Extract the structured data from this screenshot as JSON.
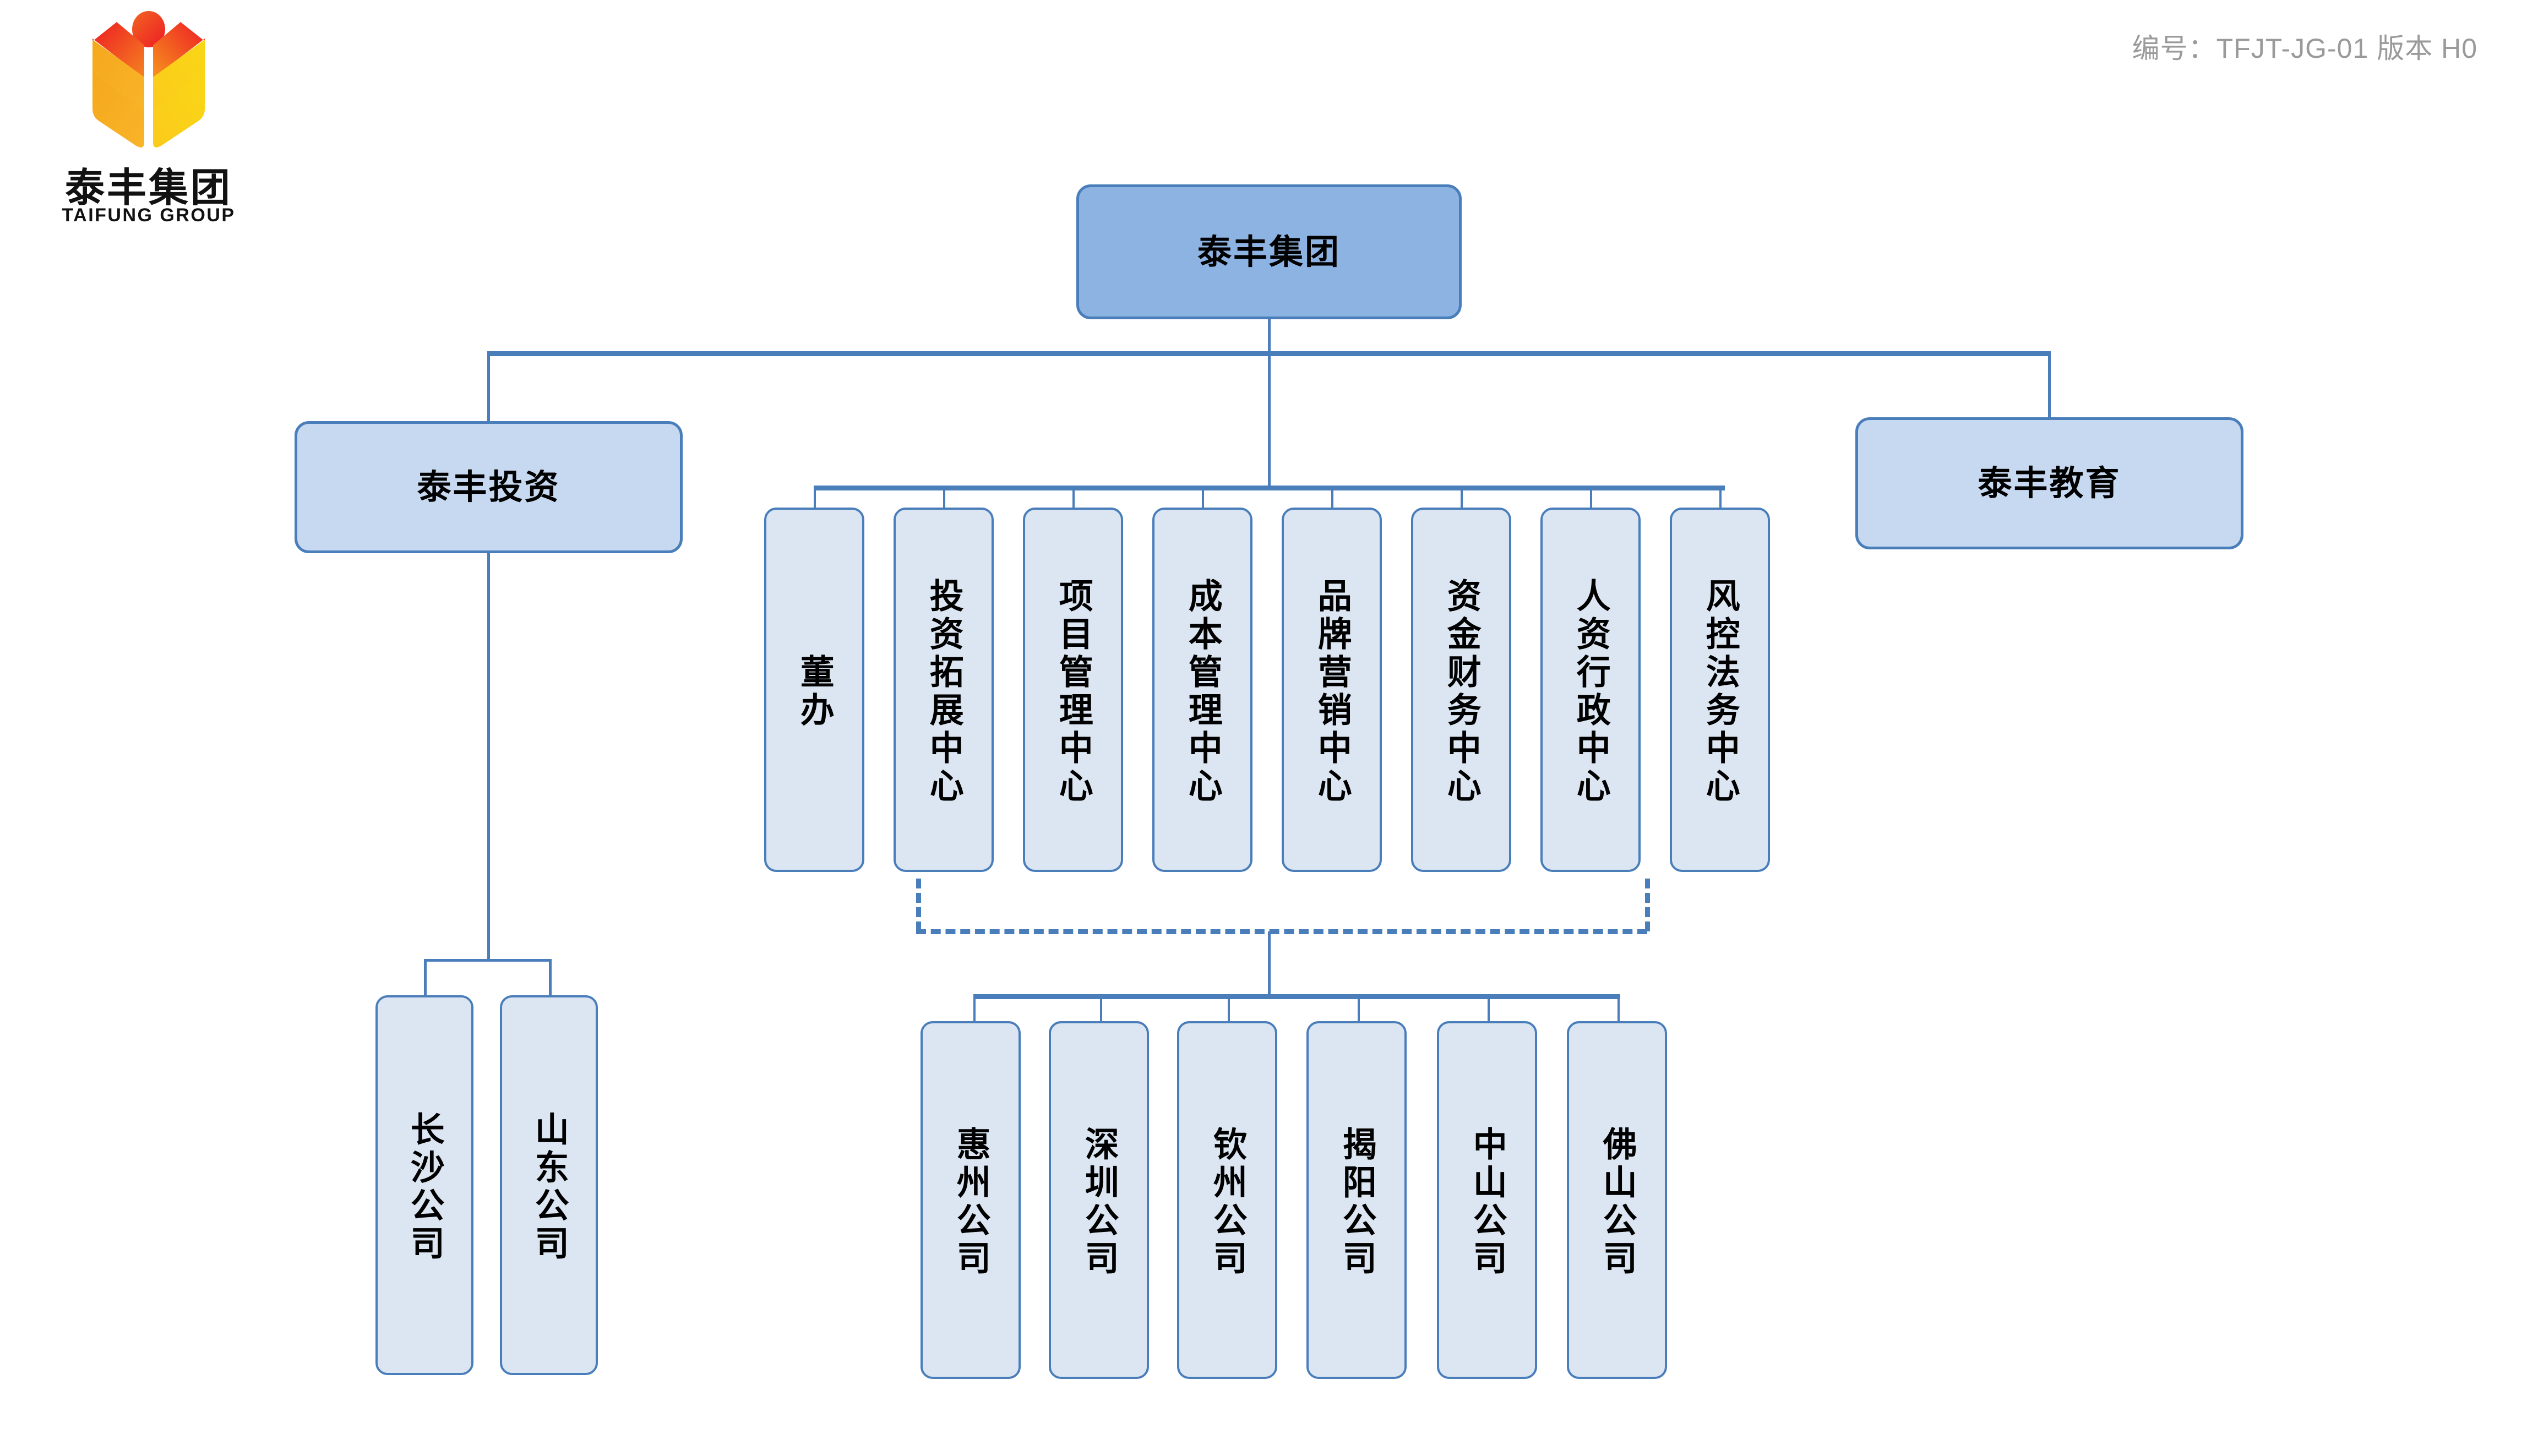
{
  "header": {
    "doc_code": "编号：TFJT-JG-01  版本 H0"
  },
  "logo": {
    "name_cn": "泰丰集团",
    "name_en": "TAIFUNG GROUP",
    "colors": {
      "sun": "#F04E23",
      "grain_left": "#F0A01E",
      "grain_right": "#F7D117"
    }
  },
  "chart_style": {
    "root_fill": "#8DB3E2",
    "division_fill": "#C6D9F0",
    "department_fill": "#DCE6F2",
    "border": "#4A7EBB",
    "text": "#000000",
    "doc_code_color": "#9A9A9A"
  },
  "org": {
    "root": {
      "label": "泰丰集团"
    },
    "divisions": {
      "left": {
        "label": "泰丰投资"
      },
      "right": {
        "label": "泰丰教育"
      }
    },
    "departments": [
      {
        "label": "董办"
      },
      {
        "label": "投资拓展中心"
      },
      {
        "label": "项目管理中心"
      },
      {
        "label": "成本管理中心"
      },
      {
        "label": "品牌营销中心"
      },
      {
        "label": "资金财务中心"
      },
      {
        "label": "人资行政中心"
      },
      {
        "label": "风控法务中心"
      }
    ],
    "investment_companies": [
      {
        "label": "长沙公司"
      },
      {
        "label": "山东公司"
      }
    ],
    "project_companies": [
      {
        "label": "惠州公司"
      },
      {
        "label": "深圳公司"
      },
      {
        "label": "钦州公司"
      },
      {
        "label": "揭阳公司"
      },
      {
        "label": "中山公司"
      },
      {
        "label": "佛山公司"
      }
    ]
  }
}
